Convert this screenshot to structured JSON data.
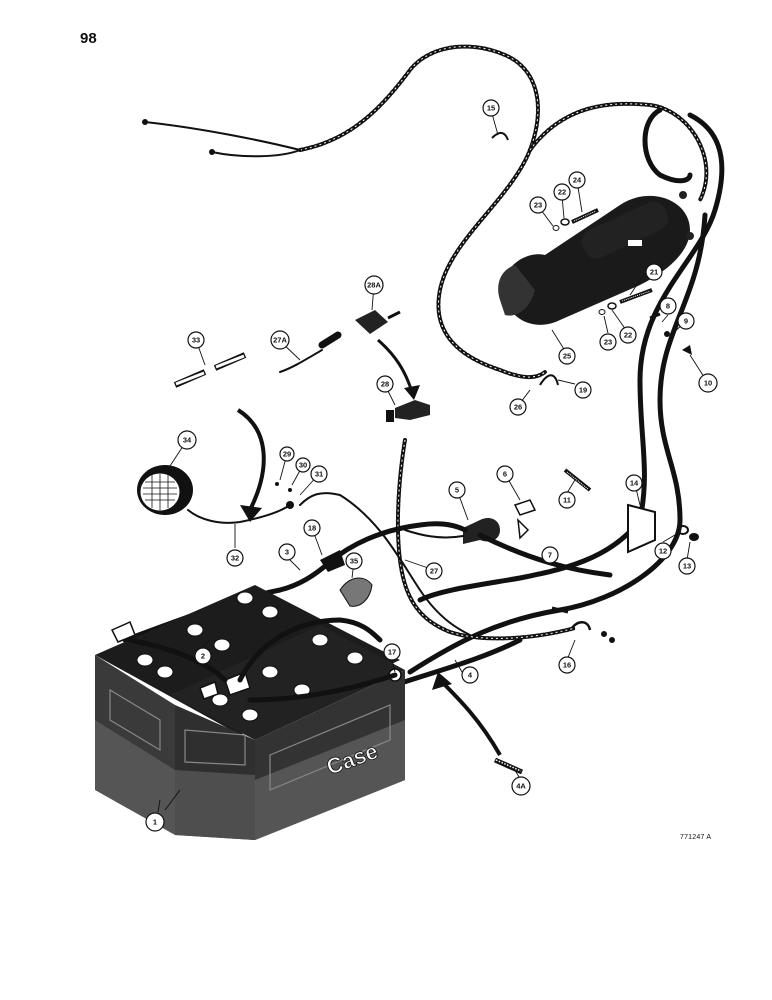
{
  "page_number": "98",
  "figure_id": "771247 A",
  "brand_mark": "Case",
  "callouts": [
    "1",
    "2",
    "3",
    "4",
    "4A",
    "5",
    "6",
    "7",
    "8",
    "9",
    "10",
    "11",
    "12",
    "13",
    "14",
    "15",
    "16",
    "17",
    "18",
    "19",
    "21",
    "22",
    "22",
    "23",
    "23",
    "24",
    "25",
    "26",
    "27",
    "27A",
    "28",
    "28A",
    "29",
    "30",
    "31",
    "32",
    "33",
    "34",
    "35"
  ]
}
